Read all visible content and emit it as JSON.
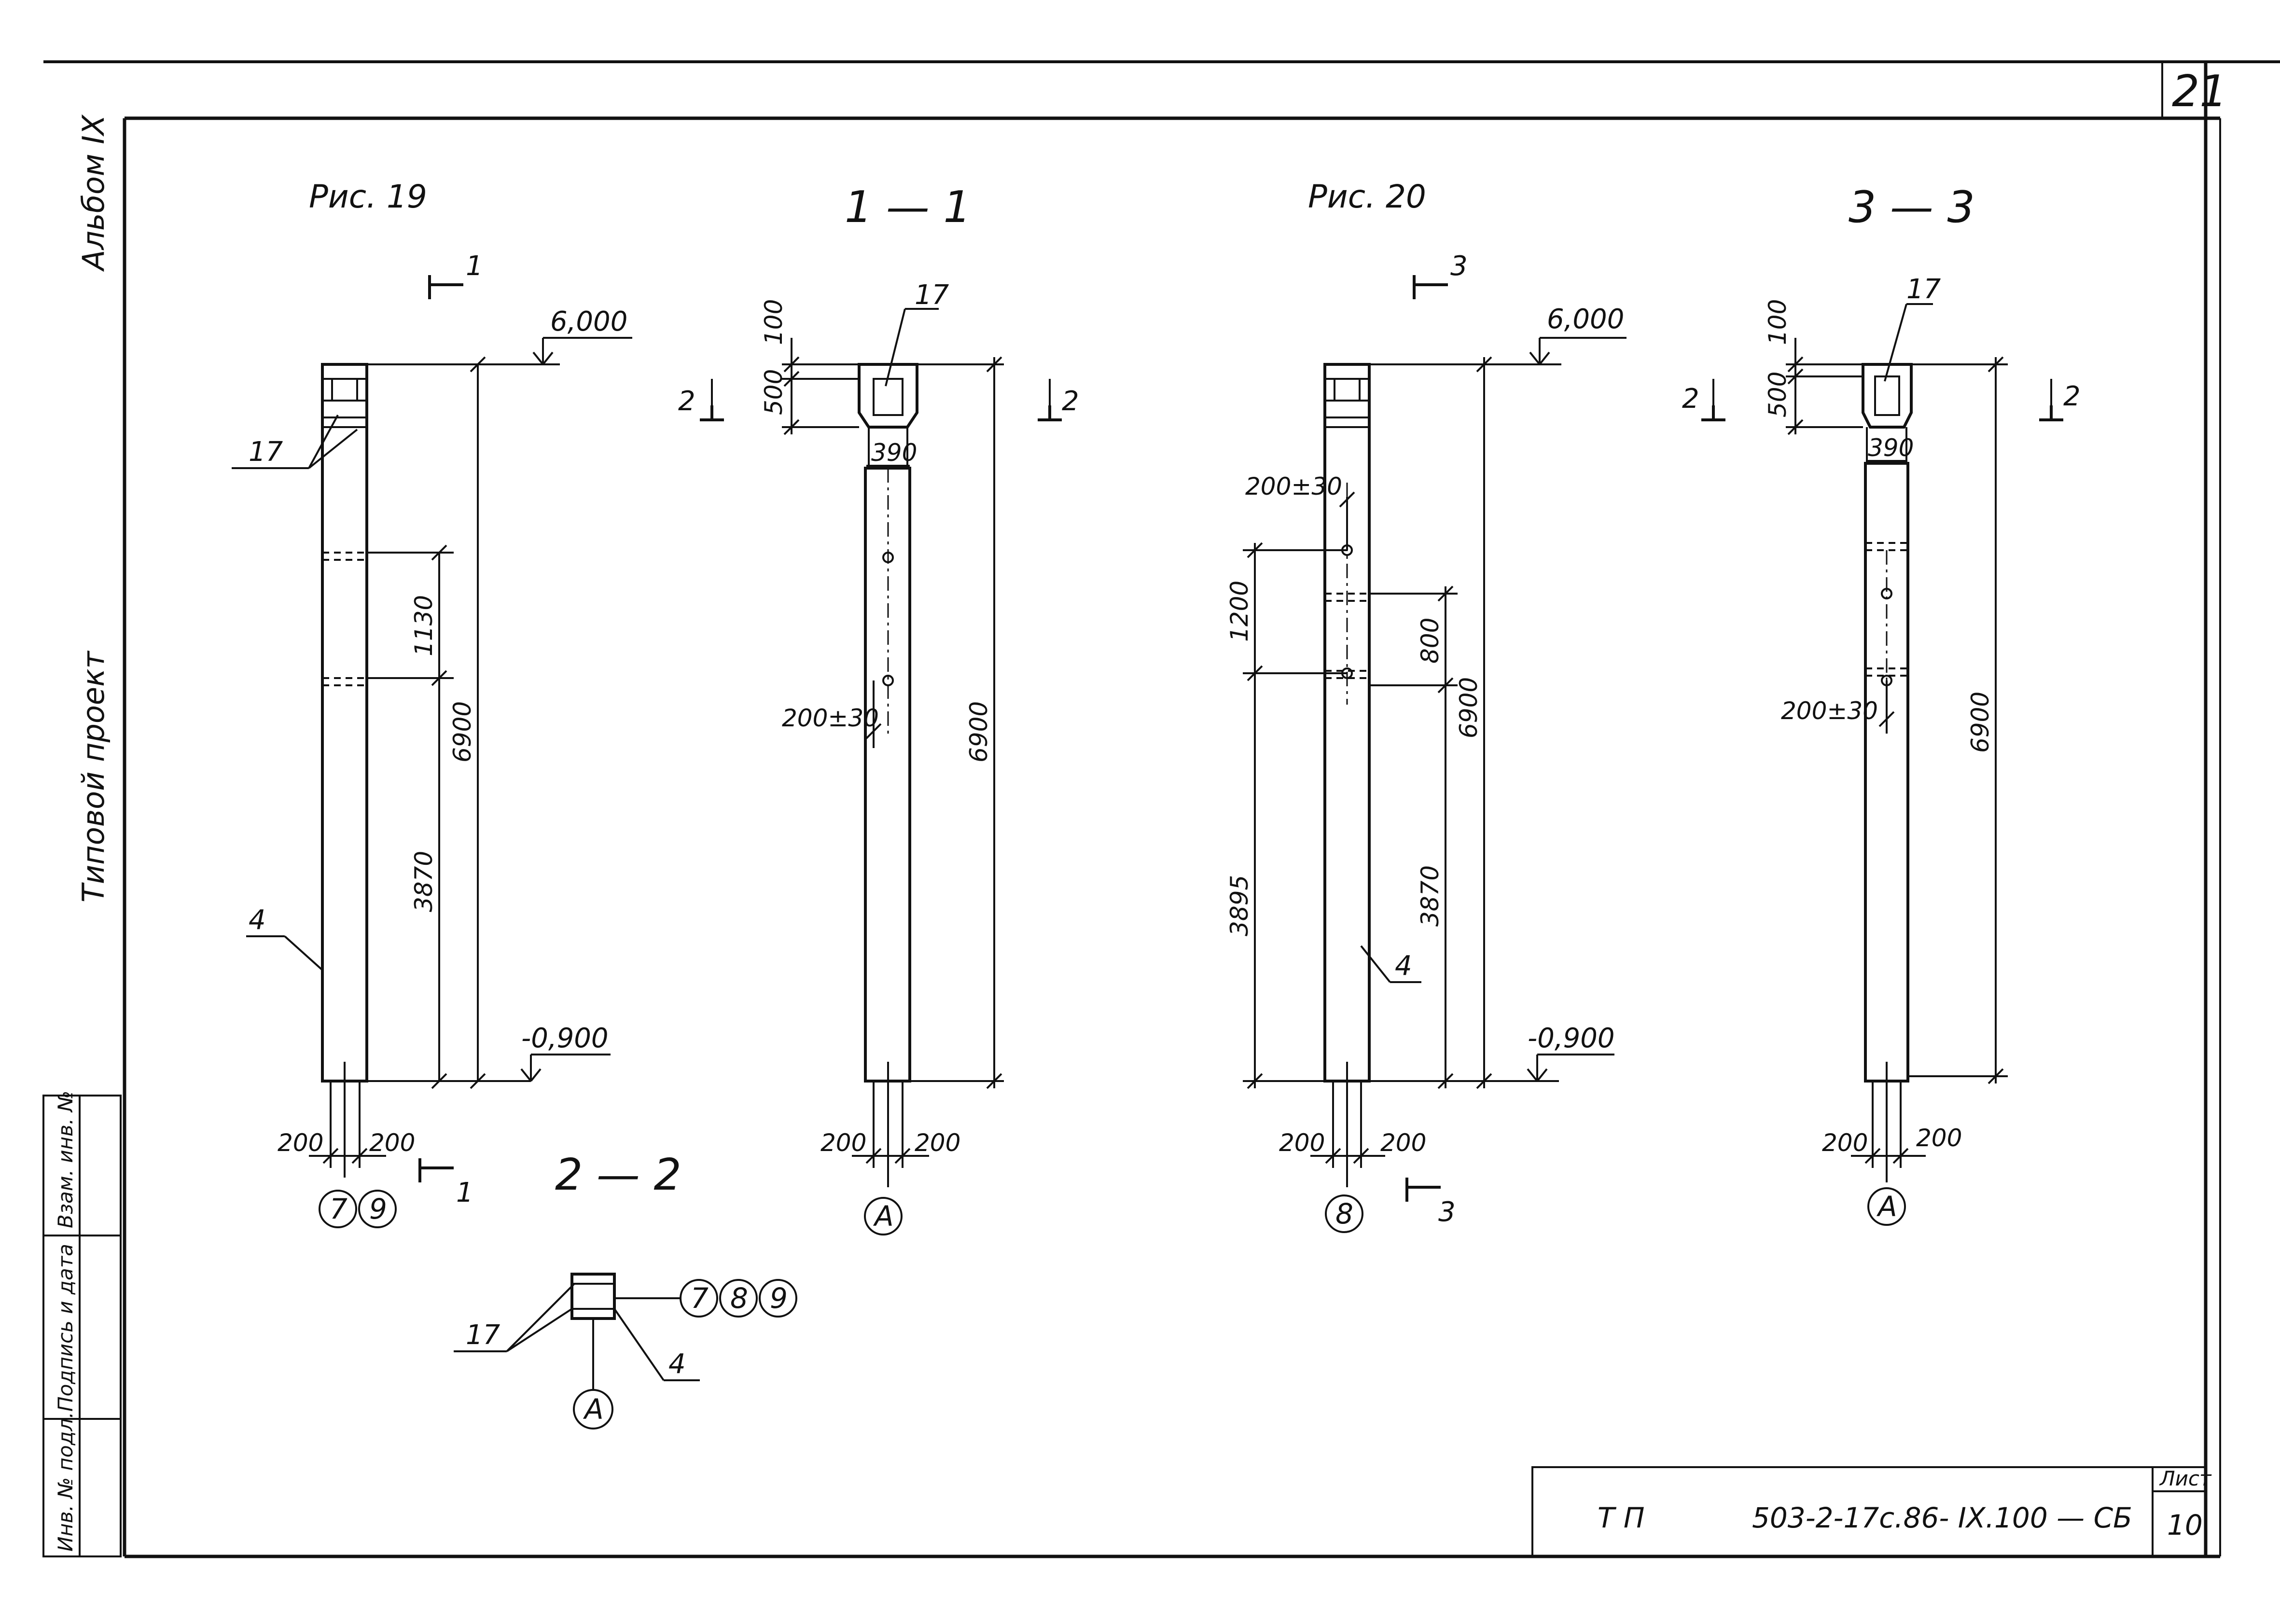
{
  "sheet": {
    "page_number": "21",
    "album": "Альбом IX",
    "project_type": "Типовой проект",
    "stamp_cols": [
      "Инв. № подл.",
      "Подпись и дата",
      "Взам. инв. №"
    ]
  },
  "titleblock": {
    "series": "Т П",
    "code": "503-2-17с.86- IX.100 — СБ",
    "list_label": "Лист",
    "list_number": "10"
  },
  "fig19": {
    "title": "Рис. 19",
    "cut_mark": "1",
    "level_top": "6,000",
    "level_bottom": "-0,900",
    "pos_17": "17",
    "pos_4": "4",
    "dim_1130": "1130",
    "dim_3870": "3870",
    "dim_6900": "6900",
    "dim_200_left": "200",
    "dim_200_right": "200",
    "axis_a": "7",
    "axis_b": "9"
  },
  "sec11": {
    "title": "1 — 1",
    "pos_17": "17",
    "cut_mark": "2",
    "dim_100": "100",
    "dim_500": "500",
    "dim_390": "390",
    "dim_hole": "200±30",
    "dim_6900": "6900",
    "dim_200_left": "200",
    "dim_200_right": "200",
    "axis": "А"
  },
  "fig20": {
    "title": "Рис. 20",
    "cut_mark": "3",
    "level_top": "6,000",
    "level_bottom": "-0,900",
    "pos_4": "4",
    "dim_hole": "200±30",
    "dim_1200": "1200",
    "dim_800": "800",
    "dim_3895": "3895",
    "dim_3870": "3870",
    "dim_6900": "6900",
    "dim_200_left": "200",
    "dim_200_right": "200",
    "axis": "8"
  },
  "sec33": {
    "title": "3 — 3",
    "pos_17": "17",
    "cut_mark": "2",
    "dim_100": "100",
    "dim_500": "500",
    "dim_390": "390",
    "dim_hole": "200±30",
    "dim_6900": "6900",
    "dim_200_left": "200",
    "dim_200_right": "200",
    "axis": "А"
  },
  "sec22": {
    "title": "2 — 2",
    "cut_mark": "1",
    "pos_17": "17",
    "pos_4": "4",
    "axis_a": "7",
    "axis_b": "8",
    "axis_c": "9",
    "axis_bottom": "А"
  }
}
